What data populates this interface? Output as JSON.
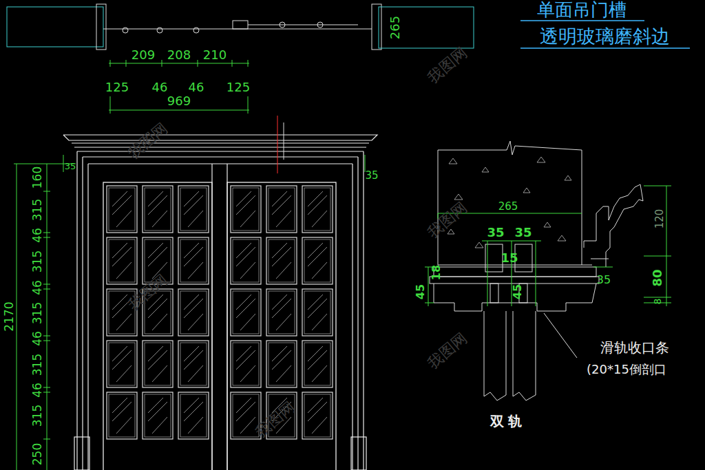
{
  "diagram": {
    "labels": [
      "单面吊门槽",
      "透明玻璃磨斜边",
      "265",
      "209",
      "208",
      "210",
      "125",
      "46",
      "46",
      "125",
      "969",
      "35",
      "35",
      "160",
      "315",
      "46",
      "315",
      "46",
      "315",
      "46",
      "315",
      "46",
      "315",
      "250",
      "2170",
      "265",
      "35",
      "35",
      "15",
      "18",
      "45",
      "45",
      "120",
      "35",
      "80",
      "8",
      "滑轨收口条",
      "(20*15倒剖口",
      "双 轨",
      "我图网",
      "我图网",
      "我图网",
      "我图网",
      "我图网",
      "我图网"
    ]
  }
}
